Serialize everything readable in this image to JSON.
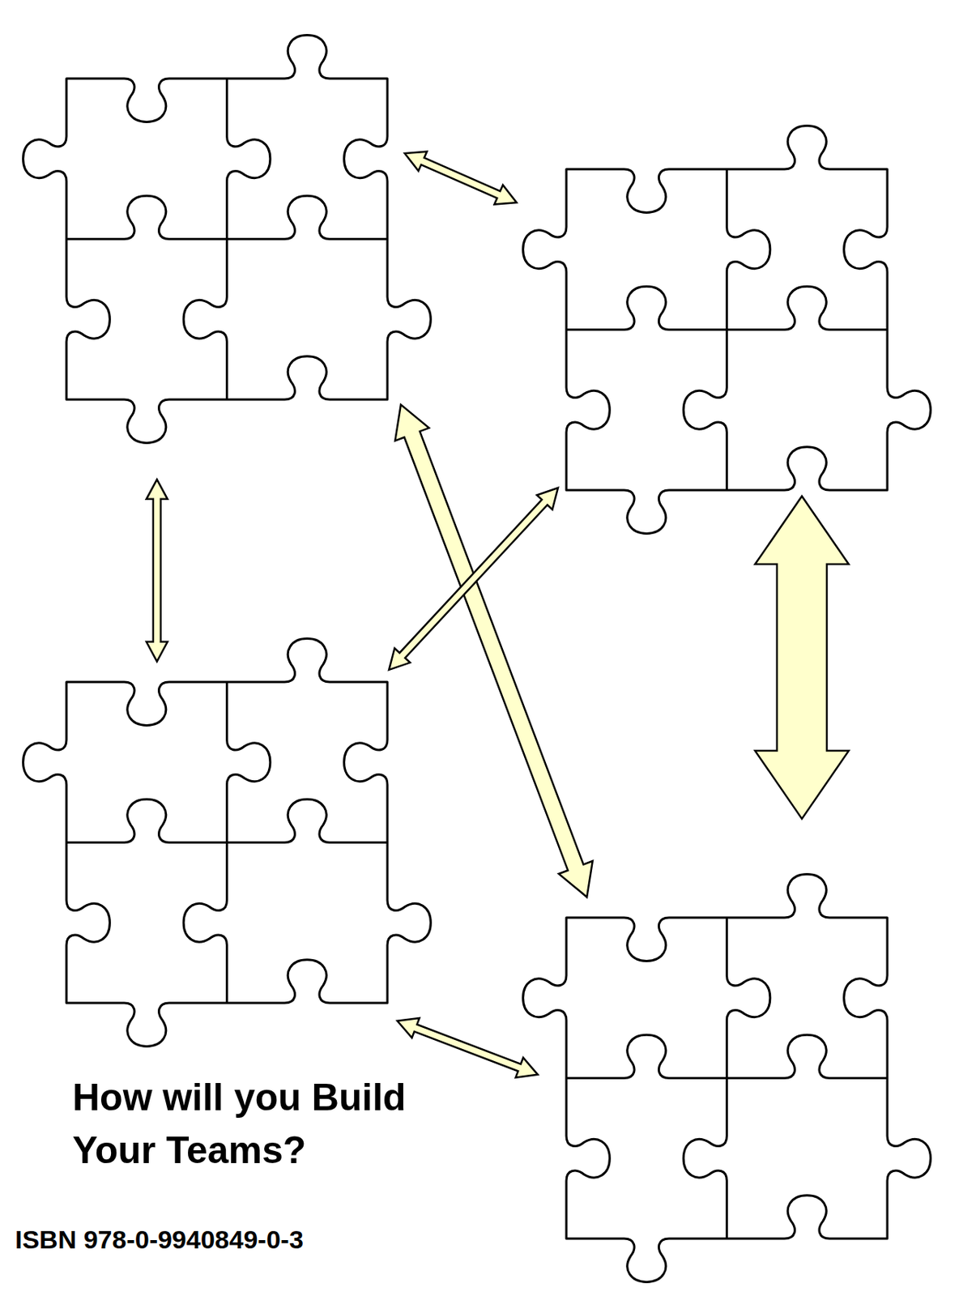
{
  "diagram": {
    "title": "How will you Build Your Teams?",
    "nodes": [
      {
        "text": []
      },
      {
        "text": []
      },
      {
        "text": []
      },
      {
        "text": []
      }
    ],
    "edges": [
      {
        "from": 0,
        "to": 1,
        "arrow": "both"
      },
      {
        "from": 0,
        "to": 2,
        "arrow": "both"
      },
      {
        "from": 0,
        "to": 3,
        "arrow": "both"
      },
      {
        "from": 1,
        "to": 2,
        "arrow": "both"
      },
      {
        "from": 1,
        "to": 3,
        "arrow": "both"
      },
      {
        "from": 2,
        "to": 3,
        "arrow": "both"
      }
    ],
    "labels": [
      "ISBN 978-0-9940849-0-3"
    ]
  }
}
